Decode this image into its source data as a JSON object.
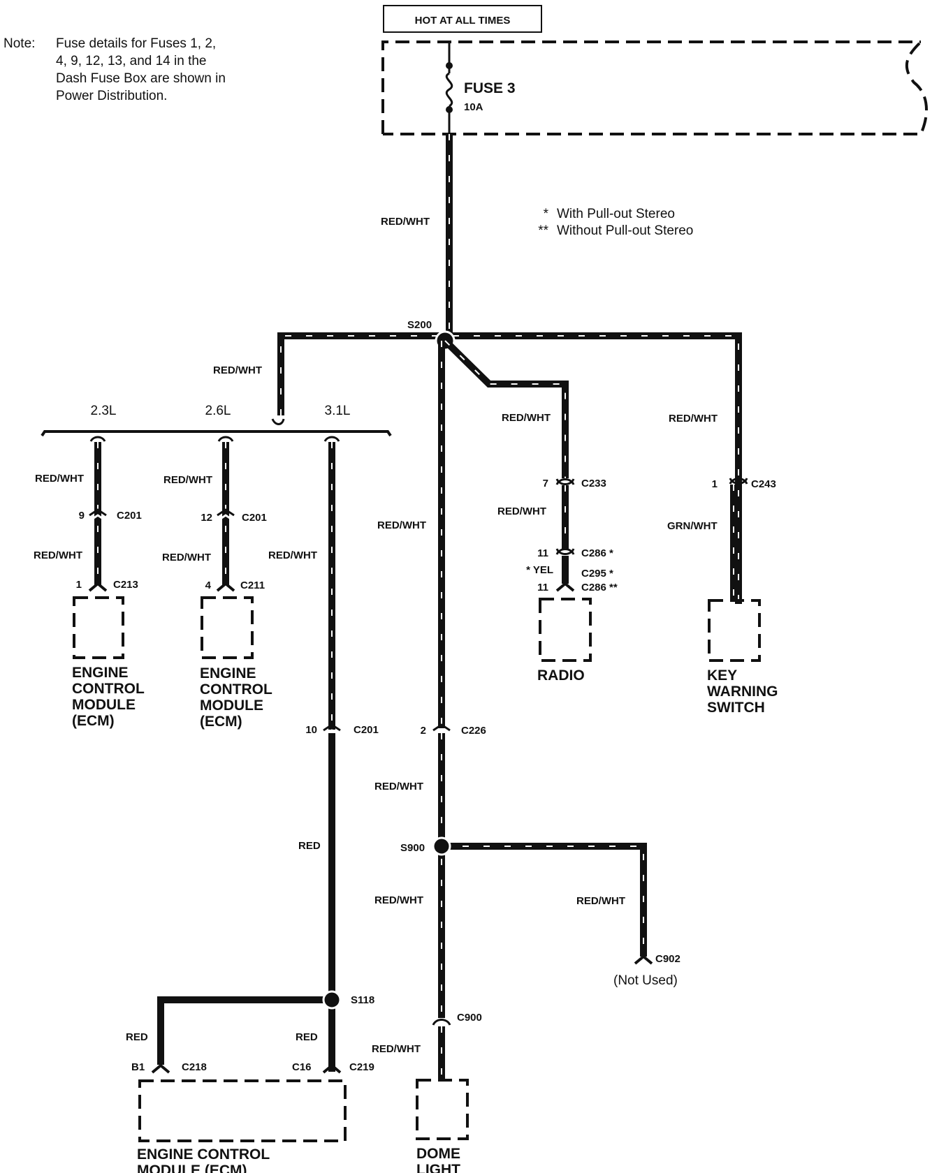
{
  "header": {
    "power_label": "HOT AT ALL TIMES"
  },
  "note": {
    "prefix": "Note:",
    "lines": [
      "Fuse details for Fuses 1, 2,",
      "4, 9, 12, 13, and 14 in the",
      "Dash Fuse Box are shown in",
      "Power Distribution."
    ]
  },
  "legend": {
    "single_star": "*",
    "single_text": "With Pull-out Stereo",
    "double_star": "**",
    "double_text": "Without Pull-out Stereo"
  },
  "fuse": {
    "name": "FUSE 3",
    "rating": "10A"
  },
  "wires": {
    "red_wht": "RED/WHT",
    "red": "RED",
    "grn_wht": "GRN/WHT",
    "yel": "* YEL"
  },
  "splices": {
    "s200": "S200",
    "s900": "S900",
    "s118": "S118"
  },
  "engines": {
    "e23": "2.3L",
    "e26": "2.6L",
    "e31": "3.1L"
  },
  "connectors": {
    "c201": "C201",
    "c213": "C213",
    "c211": "C211",
    "c226": "C226",
    "c233": "C233",
    "c243": "C243",
    "c286s": "C286 *",
    "c295s": "C295 *",
    "c286d": "C286 **",
    "c902": "C902",
    "c900": "C900",
    "c218": "C218",
    "c219": "C219"
  },
  "pins": {
    "p9": "9",
    "p12": "12",
    "p1": "1",
    "p4": "4",
    "p10": "10",
    "p2": "2",
    "p7": "7",
    "p11": "11",
    "pb1": "B1",
    "pc16": "C16"
  },
  "components": {
    "ecm23": [
      "ENGINE",
      "CONTROL",
      "MODULE",
      "(ECM)"
    ],
    "ecm26": [
      "ENGINE",
      "CONTROL",
      "MODULE",
      "(ECM)"
    ],
    "radio": "RADIO",
    "key_switch": [
      "KEY",
      "WARNING",
      "SWITCH"
    ],
    "ecm31": [
      "ENGINE CONTROL",
      "MODULE (ECM)"
    ],
    "dome": [
      "DOME",
      "LIGHT"
    ],
    "not_used": "(Not Used)"
  }
}
